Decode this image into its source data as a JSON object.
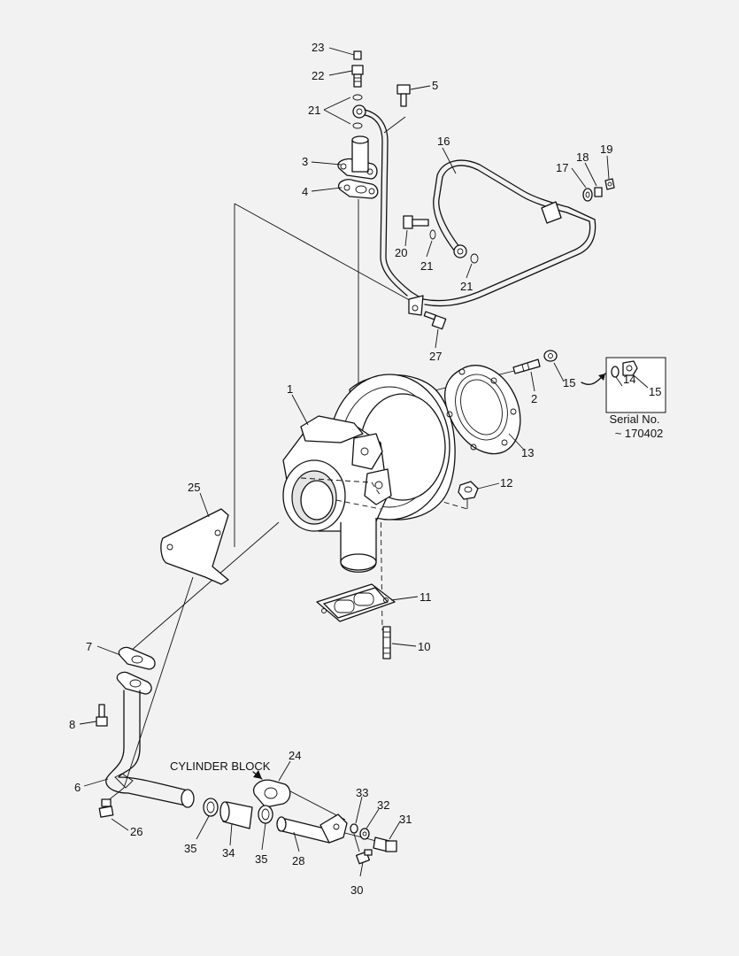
{
  "colors": {
    "background": "#f2f2f2",
    "ink": "#111111"
  },
  "cylinder_block_label": "CYLINDER BLOCK",
  "inset": {
    "serial_label": "Serial No.",
    "serial_value": "~ 170402"
  },
  "labels": {
    "p1": "1",
    "p2": "2",
    "p3": "3",
    "p4": "4",
    "p5": "5",
    "p6": "6",
    "p7": "7",
    "p8": "8",
    "p10": "10",
    "p11": "11",
    "p12": "12",
    "p13": "13",
    "p14": "14",
    "p15a": "15",
    "p15b": "15",
    "p16": "16",
    "p17": "17",
    "p18": "18",
    "p19": "19",
    "p20": "20",
    "p21a": "21",
    "p21b": "21",
    "p21c": "21",
    "p22": "22",
    "p23": "23",
    "p24": "24",
    "p25": "25",
    "p26": "26",
    "p27": "27",
    "p28": "28",
    "p30": "30",
    "p31": "31",
    "p32": "32",
    "p33": "33",
    "p34": "34",
    "p35a": "35",
    "p35b": "35"
  }
}
